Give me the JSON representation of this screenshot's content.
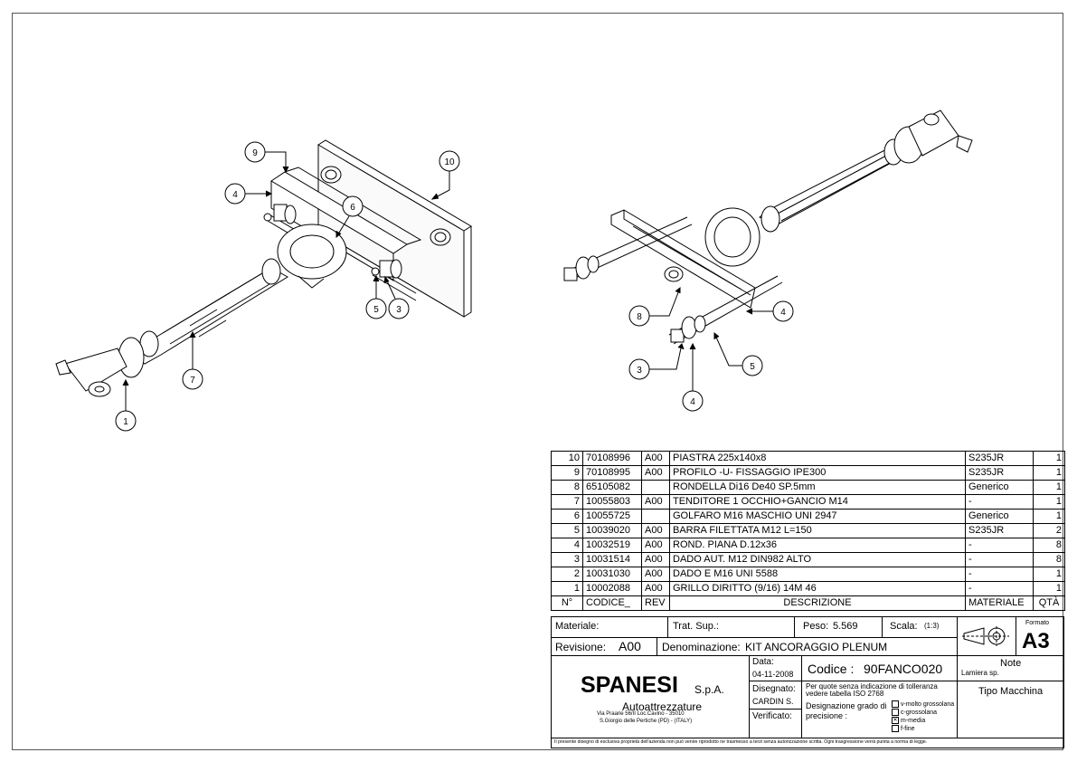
{
  "callouts": {
    "left": [
      "9",
      "4",
      "6",
      "10",
      "5",
      "3",
      "7",
      "1"
    ],
    "right": [
      "8",
      "4",
      "3",
      "5",
      "4"
    ]
  },
  "bom": {
    "rows": [
      {
        "n": "10",
        "code": "70108996",
        "rev": "A00",
        "desc": "PIASTRA 225x140x8",
        "mat": "S235JR",
        "qty": "1"
      },
      {
        "n": "9",
        "code": "70108995",
        "rev": "A00",
        "desc": "PROFILO -U- FISSAGGIO IPE300",
        "mat": "S235JR",
        "qty": "1"
      },
      {
        "n": "8",
        "code": "65105082",
        "rev": "",
        "desc": "RONDELLA Di16 De40 SP.5mm",
        "mat": "Generico",
        "qty": "1"
      },
      {
        "n": "7",
        "code": "10055803",
        "rev": "A00",
        "desc": "TENDITORE 1 OCCHIO+GANCIO M14",
        "mat": "-",
        "qty": "1"
      },
      {
        "n": "6",
        "code": "10055725",
        "rev": "",
        "desc": "GOLFARO M16 MASCHIO UNI 2947",
        "mat": "Generico",
        "qty": "1"
      },
      {
        "n": "5",
        "code": "10039020",
        "rev": "A00",
        "desc": "BARRA FILETTATA M12 L=150",
        "mat": "S235JR",
        "qty": "2"
      },
      {
        "n": "4",
        "code": "10032519",
        "rev": "A00",
        "desc": "ROND. PIANA D.12x36",
        "mat": "-",
        "qty": "8"
      },
      {
        "n": "3",
        "code": "10031514",
        "rev": "A00",
        "desc": "DADO AUT. M12 DIN982 ALTO",
        "mat": "-",
        "qty": "8"
      },
      {
        "n": "2",
        "code": "10031030",
        "rev": "A00",
        "desc": "DADO E M16 UNI 5588",
        "mat": "-",
        "qty": "1"
      },
      {
        "n": "1",
        "code": "10002088",
        "rev": "A00",
        "desc": "GRILLO DIRITTO (9/16) 14M 46",
        "mat": "-",
        "qty": "1"
      }
    ],
    "header": {
      "n": "N°",
      "code": "CODICE_",
      "rev": "REV",
      "desc": "DESCRIZIONE",
      "mat": "MATERIALE",
      "qty": "QTÀ"
    }
  },
  "title_block": {
    "materiale_label": "Materiale:",
    "trat_label": "Trat. Sup.:",
    "peso_label": "Peso:",
    "peso_value": "5.569",
    "scala_label": "Scala:",
    "scala_value": "(1:3)",
    "formato_label": "Formato",
    "formato_value": "A3",
    "revisione_label": "Revisione:",
    "revisione_value": "A00",
    "denominazione_label": "Denominazione:",
    "denominazione_value": "KIT ANCORAGGIO PLENUM",
    "company": "SPANESI",
    "company_suffix": "S.p.A.",
    "company_sub": "Autoattrezzature",
    "address1": "Via Praarie 56/II  Loc.Cavino - 35010",
    "address2": "S.Giorgio delle Pertiche (PD) - (ITALY)",
    "data_label": "Data:",
    "data_value": "04-11-2008",
    "codice_label": "Codice :",
    "codice_value": "90FANCO020",
    "note_label": "Note",
    "note_value": "Lamiera sp.",
    "disegnato_label": "Disegnato:",
    "disegnato_value": "CARDIN S.",
    "verificato_label": "Verificato:",
    "tolleranza": "Per quote senza indicazione di tolleranza vedere tabella ISO 2768",
    "grado_label": "Designazione grado di precisione :",
    "grado_options": [
      {
        "label": "v-molto grossolana",
        "checked": false
      },
      {
        "label": "c-grossolana",
        "checked": false
      },
      {
        "label": "m-media",
        "checked": true
      },
      {
        "label": "f-fine",
        "checked": false
      }
    ],
    "tipo_macchina": "Tipo Macchina",
    "footer": "Il presente disegno di esclusiva proprietà dell'azienda non può venire riprodotto ne trasmesso a terzi senza autorizzazione scritta. Ogni trasgressione verrà punita a norma di legge."
  }
}
